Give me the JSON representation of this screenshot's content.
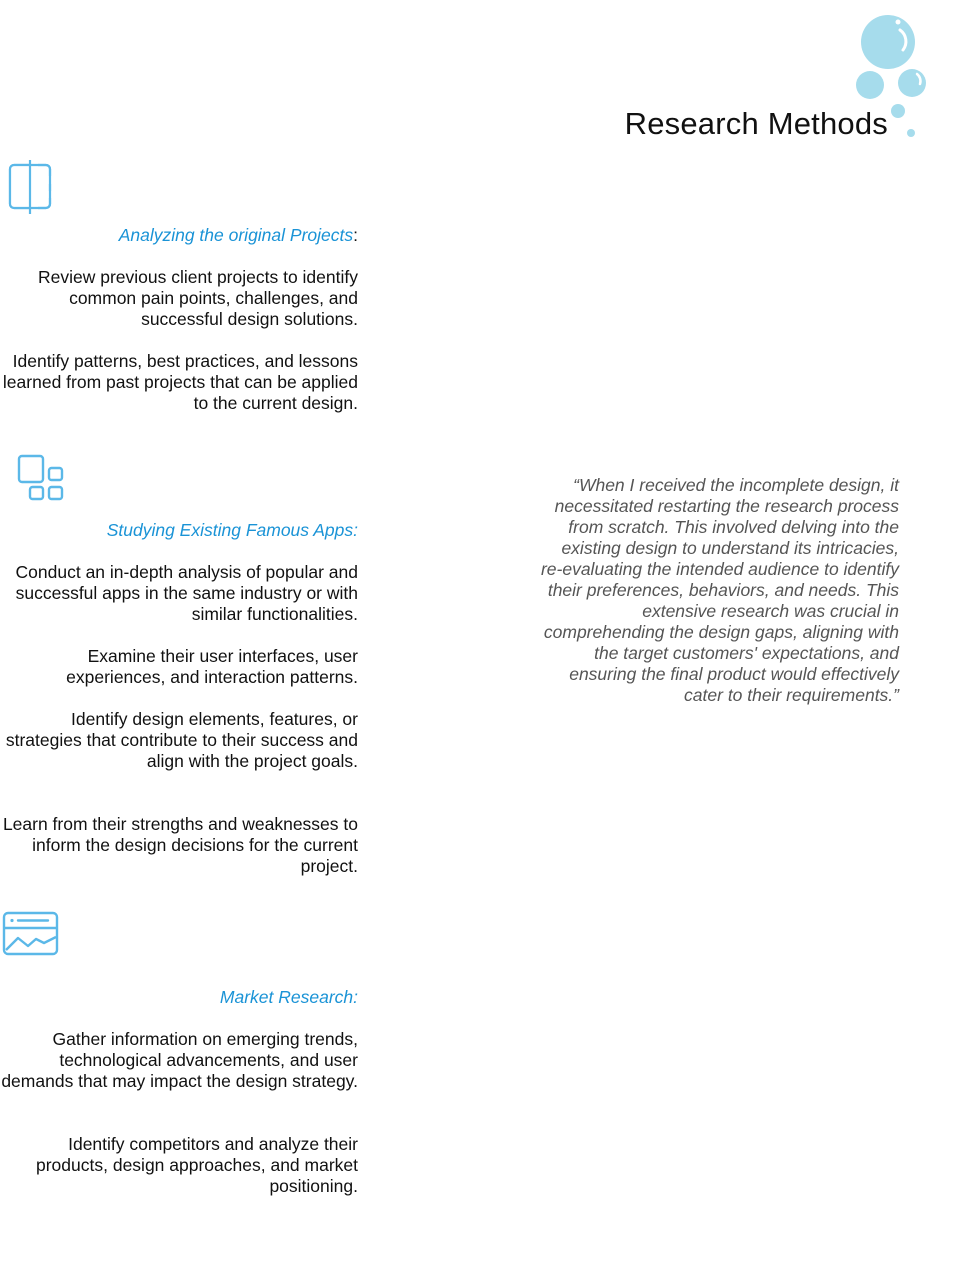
{
  "title": "Research Methods",
  "colors": {
    "accent": "#1a93d6",
    "icon": "#5bb8e8",
    "bubble": "#a6dcec"
  },
  "sections": [
    {
      "icon": "split-layout-icon",
      "heading": "Analyzing the original Projects",
      "heading_suffix": ":",
      "paragraphs": [
        "Review previous client projects to identify common pain points, challenges, and successful design solutions.",
        "Identify patterns, best practices, and lessons learned from past projects that can be applied to the current design."
      ]
    },
    {
      "icon": "app-grid-icon",
      "heading": "Studying Existing Famous Apps:",
      "paragraphs": [
        "Conduct an in-depth analysis of popular and successful apps in the same industry or with similar functionalities.",
        "Examine their user interfaces, user experiences, and interaction patterns.",
        "Identify design elements, features, or strategies that contribute to their success and align with the project goals.",
        "Learn from their strengths and weaknesses to inform the design decisions for the current project."
      ]
    },
    {
      "icon": "browser-chart-icon",
      "heading": "Market Research:",
      "paragraphs": [
        "Gather information on emerging trends, technological advancements, and user demands that may impact the design strategy.",
        "Identify competitors and analyze their products, design approaches, and market positioning."
      ]
    }
  ],
  "quote": "“When I received the incomplete design, it necessitated restarting the research process from scratch. This involved delving into the existing design to understand its intricacies, re-evaluating the intended audience to identify their preferences, behaviors, and needs. This extensive research was crucial in comprehending the design gaps, aligning with the target customers' expectations, and ensuring the final product would effectively cater to their requirements.”"
}
